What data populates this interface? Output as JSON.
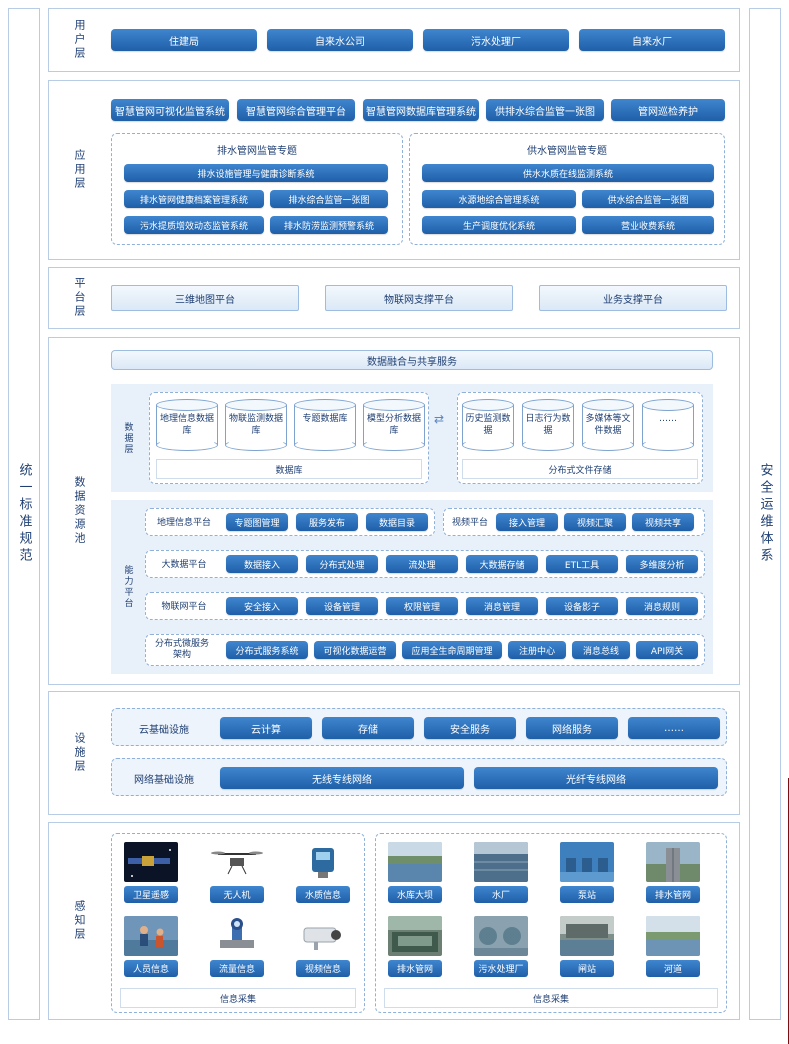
{
  "side_left": "统一标准规范",
  "side_right": "安全运维体系",
  "user_layer": {
    "title": "用户层",
    "items": [
      "住建局",
      "自来水公司",
      "污水处理厂",
      "自来水厂"
    ]
  },
  "app_layer": {
    "title": "应用层",
    "top_items": [
      "智慧管网可视化监管系统",
      "智慧管网综合管理平台",
      "智慧管网数据库管理系统",
      "供排水综合监管一张图",
      "管网巡检养护"
    ],
    "drain": {
      "title": "排水管网监管专题",
      "full": "排水设施管理与健康诊断系统",
      "items": [
        "排水管网健康档案管理系统",
        "排水综合监管一张图",
        "污水提质增效动态监管系统",
        "排水防涝监测预警系统"
      ]
    },
    "supply": {
      "title": "供水管网监管专题",
      "full": "供水水质在线监测系统",
      "items": [
        "水源地综合管理系统",
        "供水综合监管一张图",
        "生产调度优化系统",
        "营业收费系统"
      ]
    }
  },
  "platform_layer": {
    "title": "平台层",
    "items": [
      "三维地图平台",
      "物联网支撑平台",
      "业务支撑平台"
    ]
  },
  "data_pool": {
    "title": "数据资源池",
    "fusion": "数据融合与共享服务",
    "data_layer": {
      "title": "数据层",
      "dbs": [
        "地理信息数据库",
        "物联监测数据库",
        "专题数据库",
        "模型分析数据库"
      ],
      "db_caption": "数据库",
      "files": [
        "历史监测数据",
        "日志行为数据",
        "多媒体等文件数据",
        "……"
      ],
      "file_caption": "分布式文件存储"
    },
    "ability": {
      "title": "能力平台",
      "gis": {
        "label": "地理信息平台",
        "items": [
          "专题图管理",
          "服务发布",
          "数据目录"
        ]
      },
      "video": {
        "label": "视频平台",
        "items": [
          "接入管理",
          "视频汇聚",
          "视频共享"
        ]
      },
      "bigdata": {
        "label": "大数据平台",
        "items": [
          "数据接入",
          "分布式处理",
          "流处理",
          "大数据存储",
          "ETL工具",
          "多维度分析"
        ]
      },
      "iot": {
        "label": "物联网平台",
        "items": [
          "安全接入",
          "设备管理",
          "权限管理",
          "消息管理",
          "设备影子",
          "消息规则"
        ]
      },
      "micro": {
        "label": "分布式微服务架构",
        "items": [
          "分布式服务系统",
          "可视化数据运营",
          "应用全生命周期管理",
          "注册中心",
          "消息总线",
          "API网关"
        ]
      }
    }
  },
  "infra_layer": {
    "title": "设施层",
    "cloud": {
      "label": "云基础设施",
      "items": [
        "云计算",
        "存储",
        "安全服务",
        "网络服务",
        "……"
      ]
    },
    "network": {
      "label": "网络基础设施",
      "items": [
        "无线专线网络",
        "光纤专线网络"
      ]
    }
  },
  "sense_layer": {
    "title": "感知层",
    "left": [
      "卫星遥感",
      "无人机",
      "水质信息",
      "人员信息",
      "流量信息",
      "视频信息"
    ],
    "left_caption": "信息采集",
    "right": [
      "水库大坝",
      "水厂",
      "泵站",
      "排水管网",
      "排水管网",
      "污水处理厂",
      "闸站",
      "河道"
    ],
    "right_caption": "信息采集"
  }
}
